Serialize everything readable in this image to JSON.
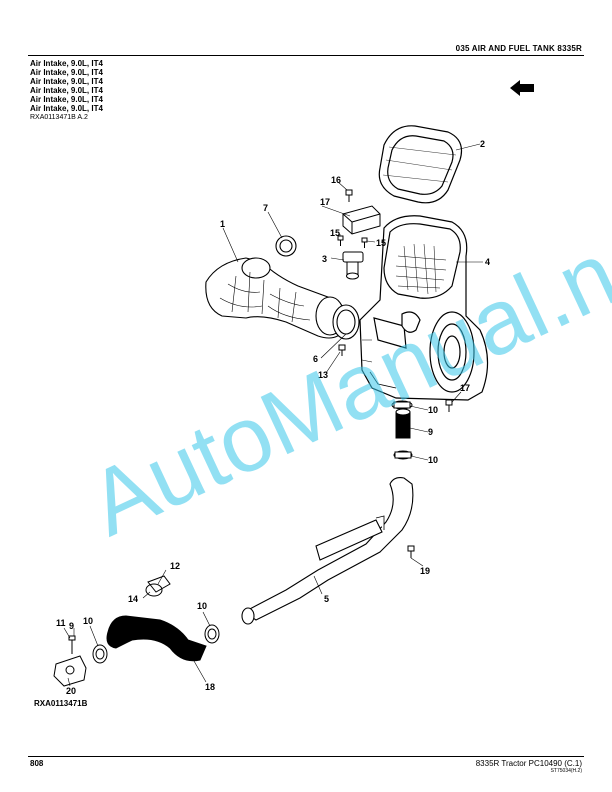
{
  "header": {
    "section_title": "035 AIR AND FUEL TANK 8335R",
    "titles": [
      "Air Intake, 9.0L, IT4",
      "Air Intake, 9.0L, IT4",
      "Air Intake, 9.0L, IT4",
      "Air Intake, 9.0L, IT4",
      "Air Intake, 9.0L, IT4",
      "Air Intake, 9.0L, IT4"
    ],
    "figure_ref": "RXA0113471B A.2"
  },
  "diagram": {
    "figure_label": "RXA0113471B",
    "callouts": [
      "1",
      "2",
      "3",
      "4",
      "5",
      "6",
      "7",
      "9",
      "9",
      "10",
      "10",
      "10",
      "10",
      "11",
      "12",
      "13",
      "14",
      "15",
      "15",
      "16",
      "17",
      "17",
      "18",
      "19",
      "20"
    ],
    "watermark": "AutoManual.net"
  },
  "footer": {
    "page_number": "808",
    "model": "8335R Tractor   PC10490   (C.1)",
    "code": "ST75034(H.2)"
  }
}
